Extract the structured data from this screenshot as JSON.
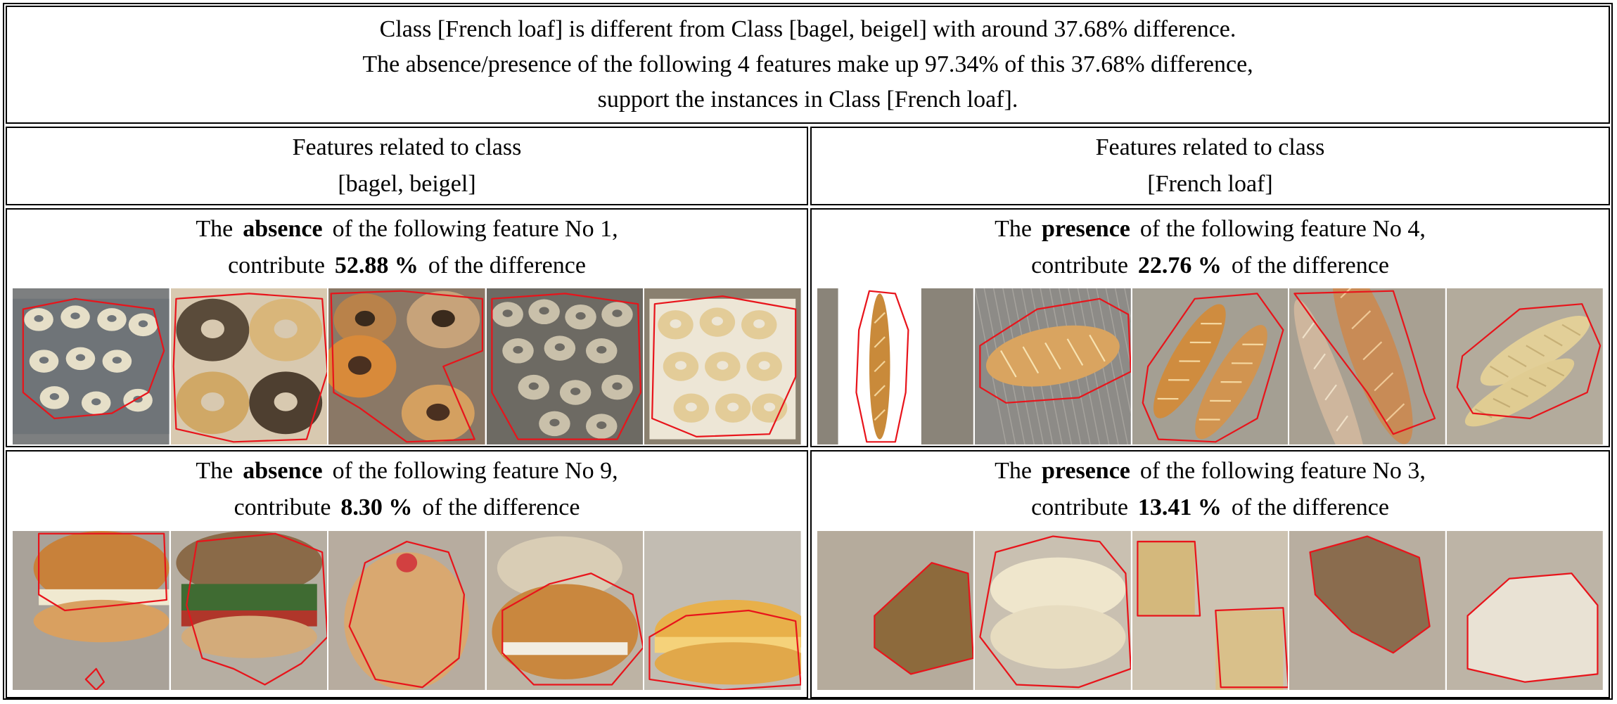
{
  "header": {
    "line1": "Class [French loaf] is different from Class [bagel, beigel] with around 37.68% difference.",
    "line2": "The absence/presence of the following 4 features make up 97.34% of this 37.68% difference,",
    "line3": "support the instances in Class [French loaf]."
  },
  "columns": {
    "left": {
      "line1": "Features related to class",
      "line2": "[bagel, beigel]"
    },
    "right": {
      "line1": "Features related to class",
      "line2": "[French loaf]"
    }
  },
  "cells": {
    "r1_left": {
      "pre": "The",
      "kind": "absence",
      "mid": "of the following feature No 1,",
      "contrib": "contribute",
      "pct": "52.88 %",
      "post": "of the difference",
      "thumbs": [
        "bagel-dough-tray",
        "everything-bagels",
        "bagel-stack",
        "baked-bagels-tray",
        "raw-bagels-tray"
      ]
    },
    "r1_right": {
      "pre": "The",
      "kind": "presence",
      "mid": "of the following feature No 4,",
      "contrib": "contribute",
      "pct": "22.76 %",
      "post": "of the difference",
      "thumbs": [
        "single-baguette",
        "loaf-on-rack",
        "two-loaves",
        "baguettes-closeup",
        "loaves-on-cloth"
      ]
    },
    "r2_left": {
      "pre": "The",
      "kind": "absence",
      "mid": "of the following feature No 9,",
      "contrib": "contribute",
      "pct": "8.30 %",
      "post": "of the difference",
      "thumbs": [
        "bagel-sandwich",
        "sesame-bagel-sandwich",
        "sesame-bagel-hand",
        "bagel-cream-cheese",
        "bun-sandwich"
      ]
    },
    "r2_right": {
      "pre": "The",
      "kind": "presence",
      "mid": "of the following feature No 3,",
      "contrib": "contribute",
      "pct": "13.41 %",
      "post": "of the difference",
      "thumbs": [
        "bread-crumb",
        "sliced-loaf",
        "bread-slices",
        "dark-bread-cut",
        "white-bread-crumb"
      ]
    }
  },
  "colors": {
    "border": "#000000",
    "outline": "#e8141b",
    "photo_bg": "#9a9486"
  }
}
